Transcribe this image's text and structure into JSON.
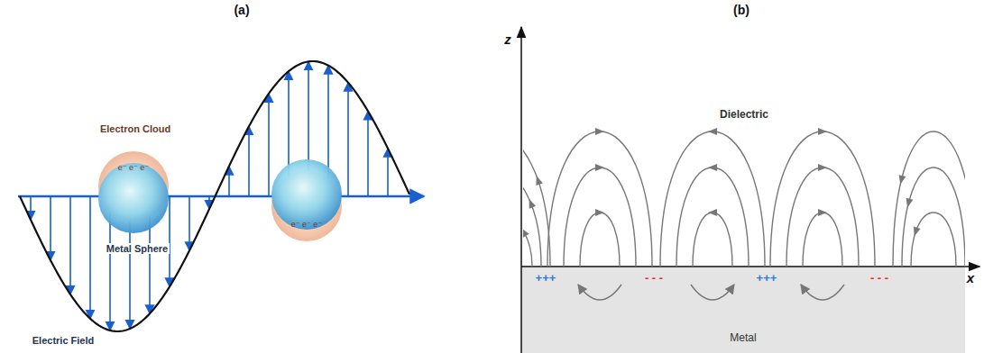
{
  "diagram": {
    "nodes": [
      {
        "text": [
          "Metal"
        ]
      }
    ],
    "labels": [
      "(a)",
      "(b)",
      "Electron Cloud",
      "e⁻ e⁻ e⁻",
      "Metal Sphere",
      "e⁻ e⁻ e⁻",
      "Electric Field",
      "z",
      "Dielectric",
      "x",
      "+++",
      "- - -",
      "+++",
      "- - -"
    ]
  }
}
